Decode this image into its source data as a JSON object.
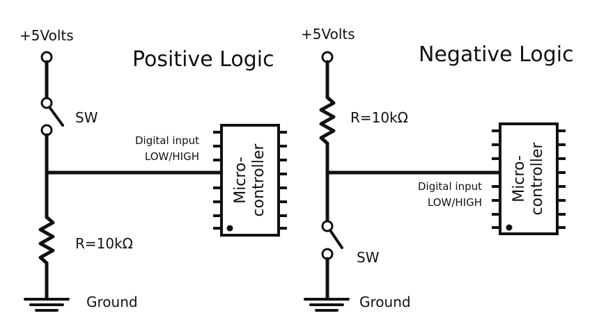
{
  "positive": {
    "title": "Positive Logic",
    "supply": "+5Volts",
    "switch": "SW",
    "resistor": "R=10kΩ",
    "ground": "Ground",
    "input_line1": "Digital input",
    "input_line2": "LOW/HIGH",
    "chip_line1": "Micro-",
    "chip_line2": "controller"
  },
  "negative": {
    "title": "Negative Logic",
    "supply": "+5Volts",
    "switch": "SW",
    "resistor": "R=10kΩ",
    "ground": "Ground",
    "input_line1": "Digital input",
    "input_line2": "LOW/HIGH",
    "chip_line1": "Micro-",
    "chip_line2": "controller"
  }
}
